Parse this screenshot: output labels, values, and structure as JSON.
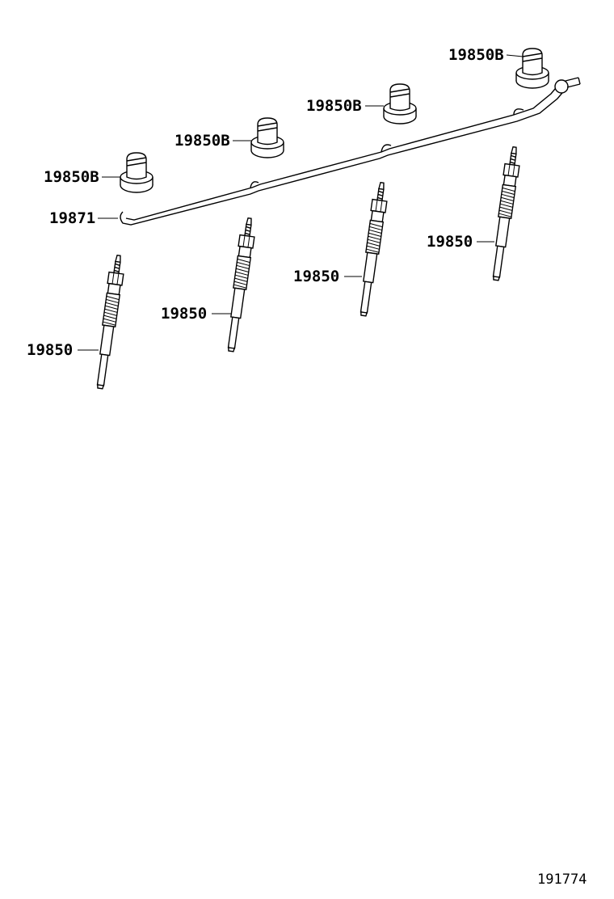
{
  "callouts": {
    "nut_1": "19850B",
    "nut_2": "19850B",
    "nut_3": "19850B",
    "nut_4": "19850B",
    "busbar": "19871",
    "plug_1": "19850",
    "plug_2": "19850",
    "plug_3": "19850",
    "plug_4": "19850"
  },
  "drawing_number": "191774"
}
